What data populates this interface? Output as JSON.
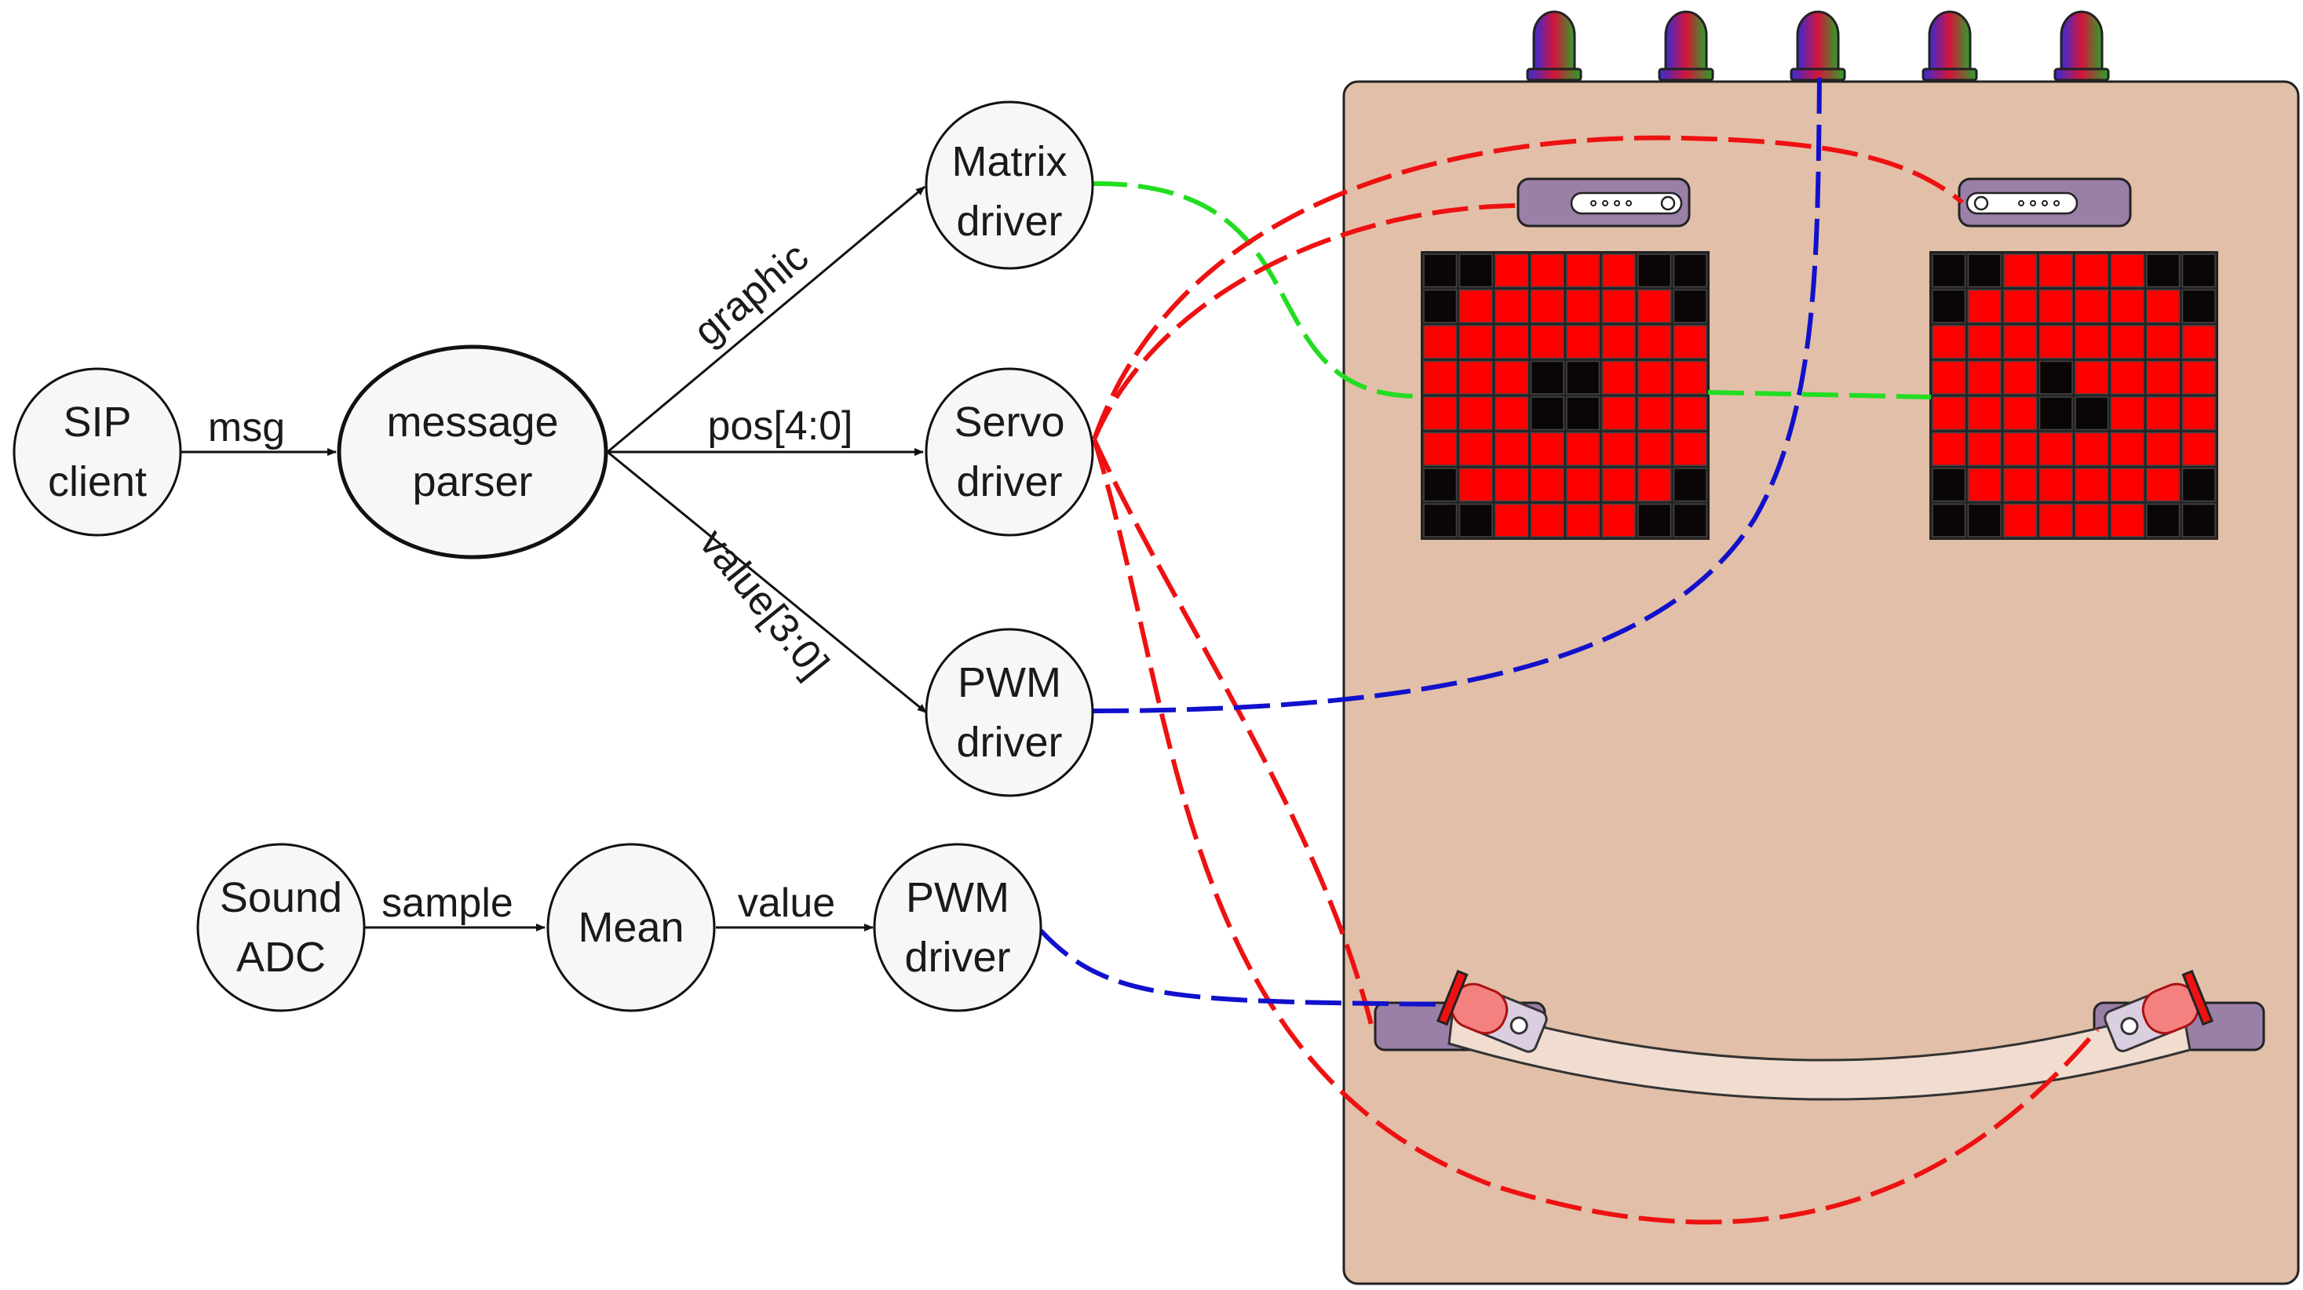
{
  "nodes": {
    "sip_client": {
      "line1": "SIP",
      "line2": "client"
    },
    "message_parser": {
      "line1": "message",
      "line2": "parser"
    },
    "matrix_driver": {
      "line1": "Matrix",
      "line2": "driver"
    },
    "servo_driver": {
      "line1": "Servo",
      "line2": "driver"
    },
    "pwm_driver_top": {
      "line1": "PWM",
      "line2": "driver"
    },
    "sound_adc": {
      "line1": "Sound",
      "line2": "ADC"
    },
    "mean": {
      "line1": "Mean"
    },
    "pwm_driver_bottom": {
      "line1": "PWM",
      "line2": "driver"
    }
  },
  "edges": {
    "msg": "msg",
    "graphic": "graphic",
    "pos": "pos[4:0]",
    "value_bus": "value[3:0]",
    "sample": "sample",
    "value": "value"
  },
  "colors": {
    "board": "#e2bfa8",
    "node_fill": "#f7f7f7",
    "wire_matrix": "#22dd22",
    "wire_servo": "#ee1111",
    "wire_pwm": "#1111cc",
    "matrix_on": "#ff0000",
    "matrix_off": "#0a0606",
    "connector": "#9a7fa6",
    "boom": "#f1ddd0"
  },
  "matrix_left_off": [
    [
      0,
      0,
      1,
      1,
      1,
      1,
      0,
      0
    ],
    [
      0,
      1,
      1,
      1,
      1,
      1,
      1,
      0
    ],
    [
      1,
      1,
      1,
      1,
      1,
      1,
      1,
      1
    ],
    [
      1,
      1,
      1,
      0,
      0,
      1,
      1,
      1
    ],
    [
      1,
      1,
      1,
      0,
      0,
      1,
      1,
      1
    ],
    [
      1,
      1,
      1,
      1,
      1,
      1,
      1,
      1
    ],
    [
      0,
      1,
      1,
      1,
      1,
      1,
      1,
      0
    ],
    [
      0,
      0,
      1,
      1,
      1,
      1,
      0,
      0
    ]
  ],
  "matrix_right_off": [
    [
      0,
      0,
      1,
      1,
      1,
      1,
      0,
      0
    ],
    [
      0,
      1,
      1,
      1,
      1,
      1,
      1,
      0
    ],
    [
      1,
      1,
      1,
      1,
      1,
      1,
      1,
      1
    ],
    [
      1,
      1,
      1,
      0,
      1,
      1,
      1,
      1
    ],
    [
      1,
      1,
      1,
      0,
      0,
      1,
      1,
      1
    ],
    [
      1,
      1,
      1,
      1,
      1,
      1,
      1,
      1
    ],
    [
      0,
      1,
      1,
      1,
      1,
      1,
      1,
      0
    ],
    [
      0,
      0,
      1,
      1,
      1,
      1,
      0,
      0
    ]
  ]
}
